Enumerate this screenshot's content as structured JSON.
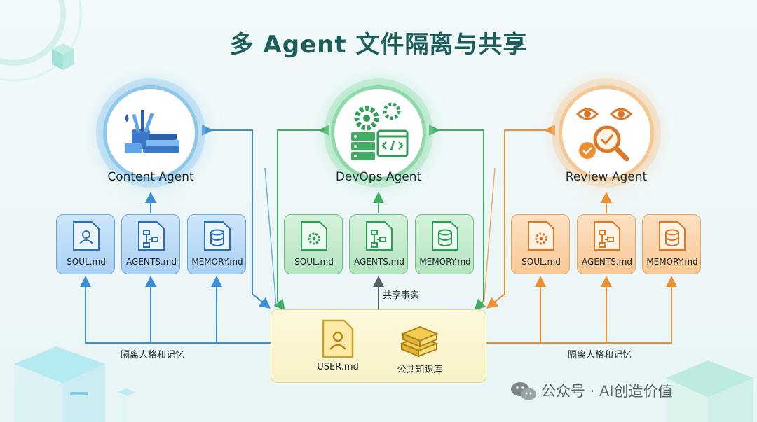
{
  "title": "多 Agent 文件隔离与共享",
  "agents": [
    {
      "name": "Content Agent",
      "color": "#3b8fd8",
      "icon": "pen-brush-books-icon",
      "files": [
        "SOUL.md",
        "AGENTS.md",
        "MEMORY.md"
      ]
    },
    {
      "name": "DevOps Agent",
      "color": "#3fae63",
      "icon": "gear-server-code-icon",
      "files": [
        "SOUL.md",
        "AGENTS.md",
        "MEMORY.md"
      ]
    },
    {
      "name": "Review Agent",
      "color": "#ee8f2f",
      "icon": "eye-magnifier-check-icon",
      "files": [
        "SOUL.md",
        "AGENTS.md",
        "MEMORY.md"
      ]
    }
  ],
  "shared": {
    "items": [
      "USER.md",
      "公共知识库"
    ],
    "fact_label": "共享事实"
  },
  "isolation_left": "隔离人格和记忆",
  "isolation_right": "隔离人格和记忆",
  "footer": "公众号 · AI创造价值"
}
